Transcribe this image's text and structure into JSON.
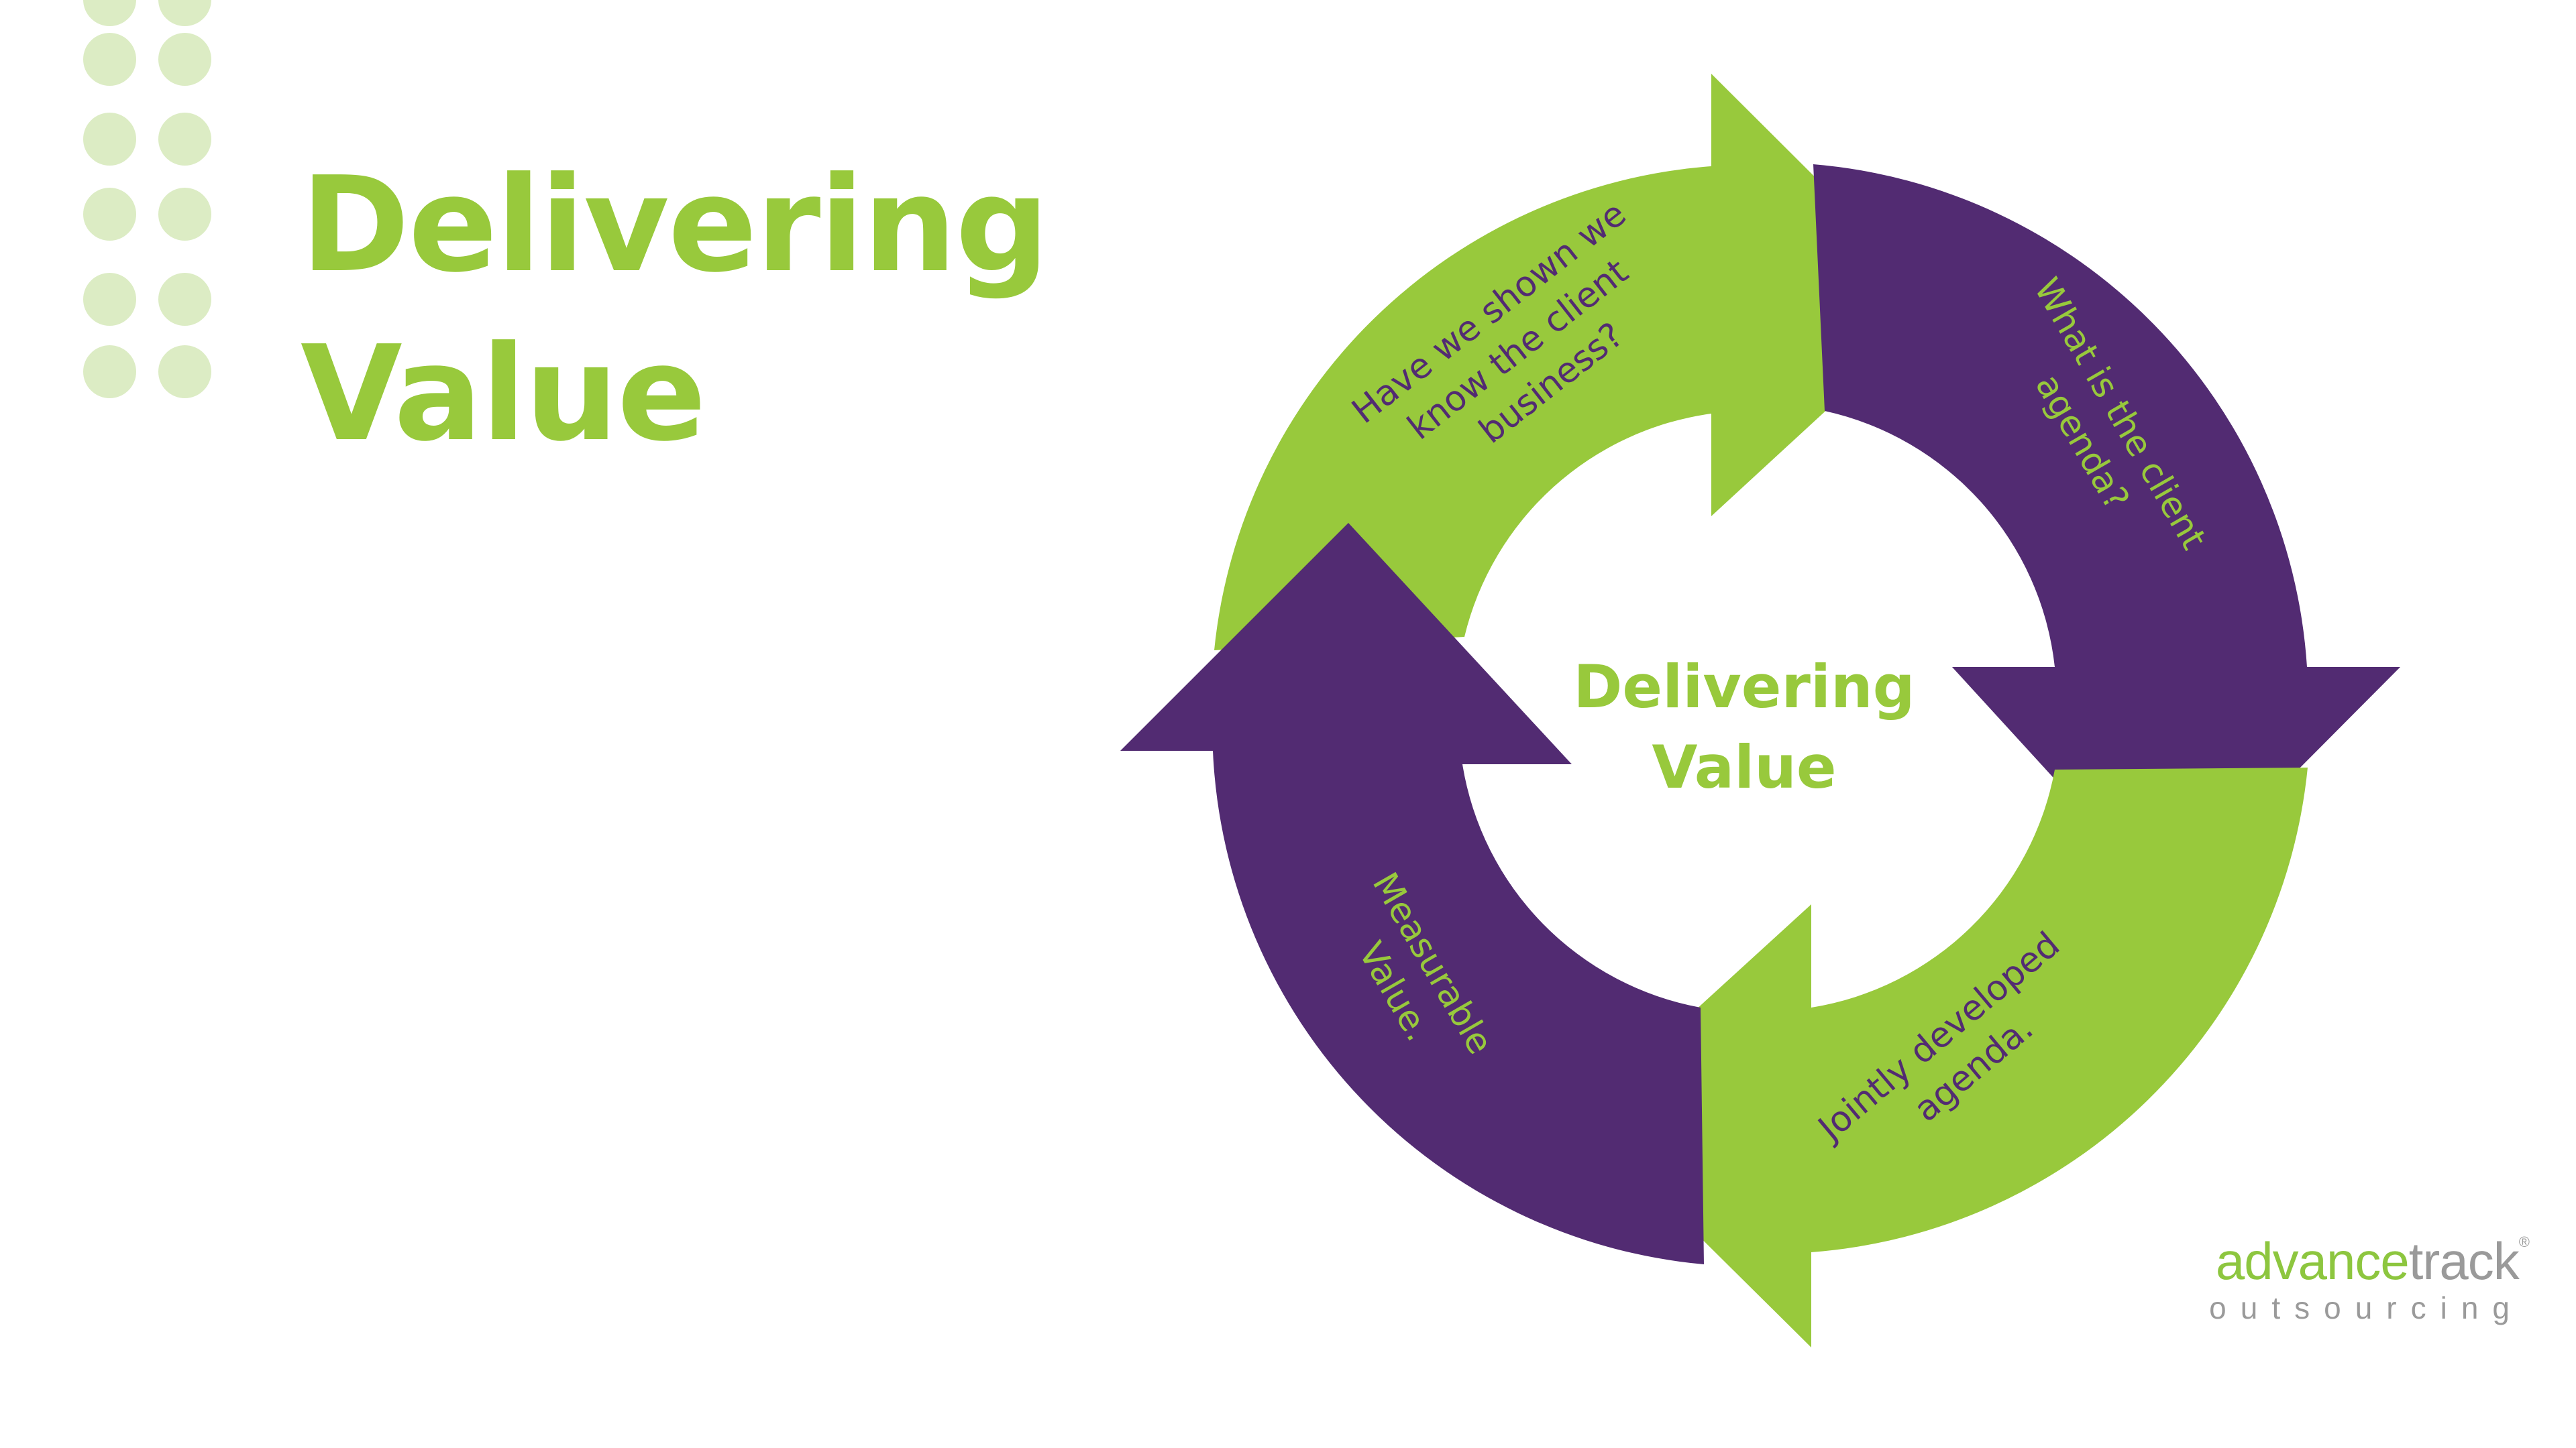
{
  "title": {
    "line1": "Delivering",
    "line2": "Value"
  },
  "center": {
    "line1": "Delivering",
    "line2": "Value"
  },
  "cycle": {
    "top_left": {
      "lines": [
        "Have we shown we",
        "know the client",
        "business?"
      ]
    },
    "top_right": {
      "lines": [
        "What is the client",
        "agenda?"
      ]
    },
    "bottom_right": {
      "lines": [
        "Jointly developed",
        "agenda."
      ]
    },
    "bottom_left": {
      "lines": [
        "Measurable",
        "Value."
      ]
    }
  },
  "logo": {
    "advance": "advance",
    "track": "track",
    "registered": "®",
    "sub": "outsourcing"
  },
  "colors": {
    "green": "#98c93c",
    "purple": "#522b72",
    "dot": "#dcecc4",
    "label_on_green": "#522b72",
    "label_on_purple": "#98c93c",
    "logo_green": "#8dc63f",
    "logo_gray": "#9a9a9a"
  }
}
